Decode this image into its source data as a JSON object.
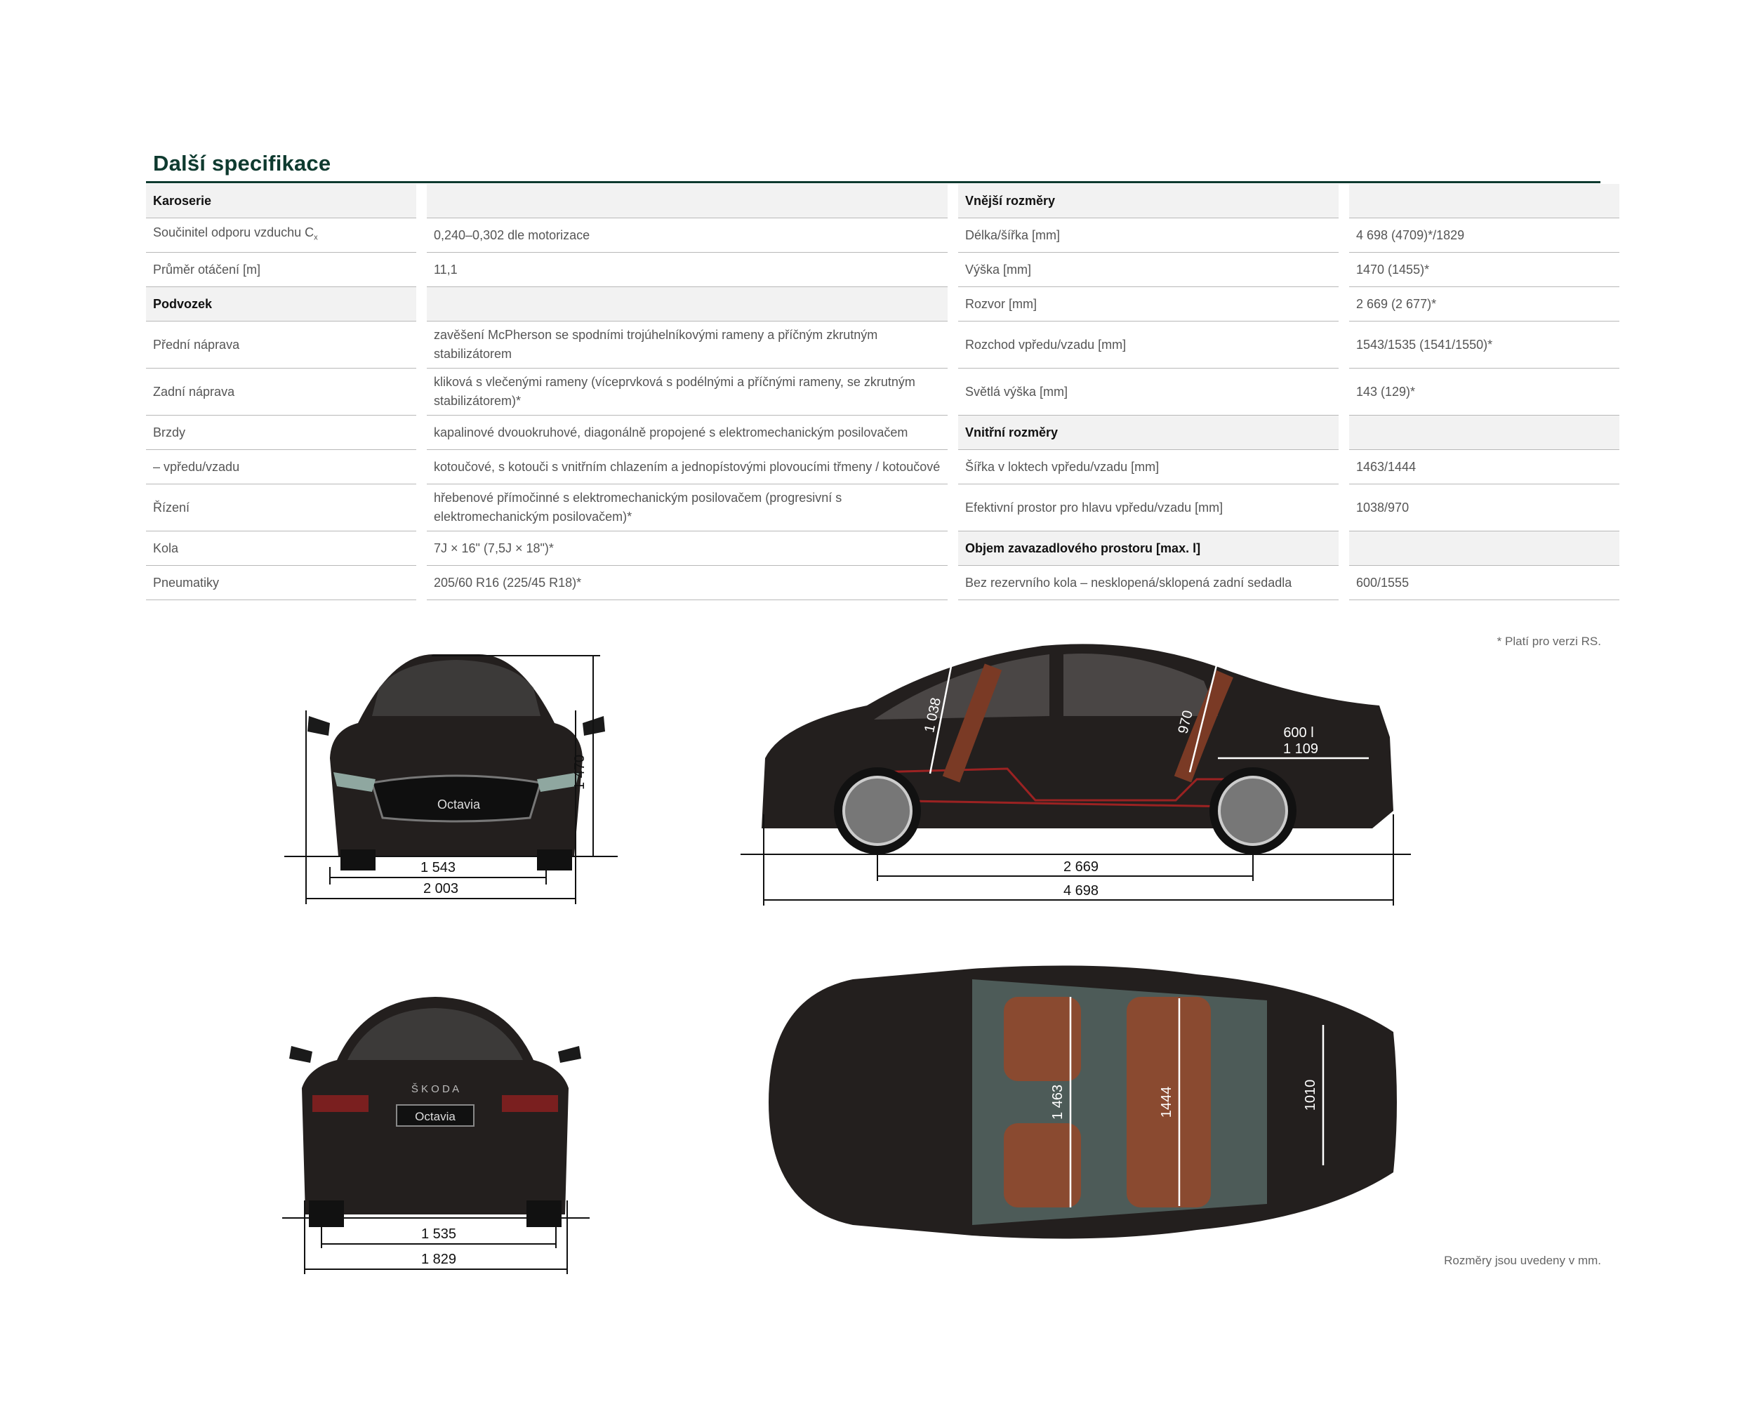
{
  "page": {
    "title": "Další specifikace",
    "footnote": "* Platí pro verzi RS.",
    "units_note": "Rozměry jsou uvedeny v mm."
  },
  "left_table": [
    {
      "label": "Karoserie",
      "value": "",
      "head": true
    },
    {
      "label": "Součinitel odporu vzduchu C",
      "sub": "x",
      "value": "0,240–0,302 dle motorizace"
    },
    {
      "label": "Průměr otáčení [m]",
      "value": "11,1"
    },
    {
      "label": "Podvozek",
      "value": "",
      "head": true
    },
    {
      "label": "Přední náprava",
      "value": "zavěšení McPherson se spodními trojúhelníkovými rameny a příčným zkrutným stabilizátorem",
      "tall": true
    },
    {
      "label": "Zadní náprava",
      "value": "kliková s vlečenými rameny (víceprvková s podélnými a příčnými rameny, se zkrutným stabilizátorem)*",
      "tall": true
    },
    {
      "label": "Brzdy",
      "value": "kapalinové dvouokruhové, diagonálně propojené s elektromechanickým posilovačem"
    },
    {
      "label": "– vpředu/vzadu",
      "value": "kotoučové, s kotouči s vnitřním chlazením a jednopístovými plovoucími třmeny / kotoučové"
    },
    {
      "label": "Řízení",
      "value": "hřebenové přímočinné s elektromechanickým posilovačem (progresivní s elektromechanickým posilovačem)*",
      "tall": true
    },
    {
      "label": "Kola",
      "value": "7J × 16\" (7,5J × 18\")*"
    },
    {
      "label": "Pneumatiky",
      "value": "205/60 R16 (225/45 R18)*"
    }
  ],
  "right_table": [
    {
      "label": "Vnější rozměry",
      "value": "",
      "head": true
    },
    {
      "label": "Délka/šířka [mm]",
      "value": "4 698 (4709)*/1829"
    },
    {
      "label": "Výška [mm]",
      "value": "1470 (1455)*"
    },
    {
      "label": "Rozvor [mm]",
      "value": "2 669 (2 677)*"
    },
    {
      "label": "Rozchod vpředu/vzadu [mm]",
      "value": "1543/1535 (1541/1550)*",
      "tall": true
    },
    {
      "label": "Světlá výška [mm]",
      "value": "143 (129)*",
      "tall": true
    },
    {
      "label": "Vnitřní rozměry",
      "value": "",
      "head": true
    },
    {
      "label": "Šířka v loktech vpředu/vzadu [mm]",
      "value": "1463/1444"
    },
    {
      "label": "Efektivní prostor pro hlavu vpředu/vzadu [mm]",
      "value": "1038/970",
      "tall": true
    },
    {
      "label": "Objem zavazadlového prostoru [max. l]",
      "value": "",
      "head": true
    },
    {
      "label": "Bez rezervního kola – nesklopená/sklopená zadní sedadla",
      "value": "600/1555"
    }
  ],
  "dimensions": {
    "front_height": "1 470",
    "front_track": "1 543",
    "front_width": "2 003",
    "side_wheelbase": "2 669",
    "side_length": "4 698",
    "side_head_front": "1 038",
    "side_head_rear": "970",
    "side_boot_volume": "600 l",
    "side_boot_length": "1 109",
    "rear_track": "1 535",
    "rear_width": "1 829",
    "top_elbow_front": "1 463",
    "top_elbow_rear": "1444",
    "top_boot_width": "1010",
    "badge_front": "Octavia",
    "badge_rear": "Octavia",
    "brand_rear": "Š K O D A"
  },
  "colors": {
    "title_green": "#0e3a2f",
    "car_body": "#231f1e",
    "interior": "#8a4a30",
    "outline_red": "#9b2222"
  }
}
